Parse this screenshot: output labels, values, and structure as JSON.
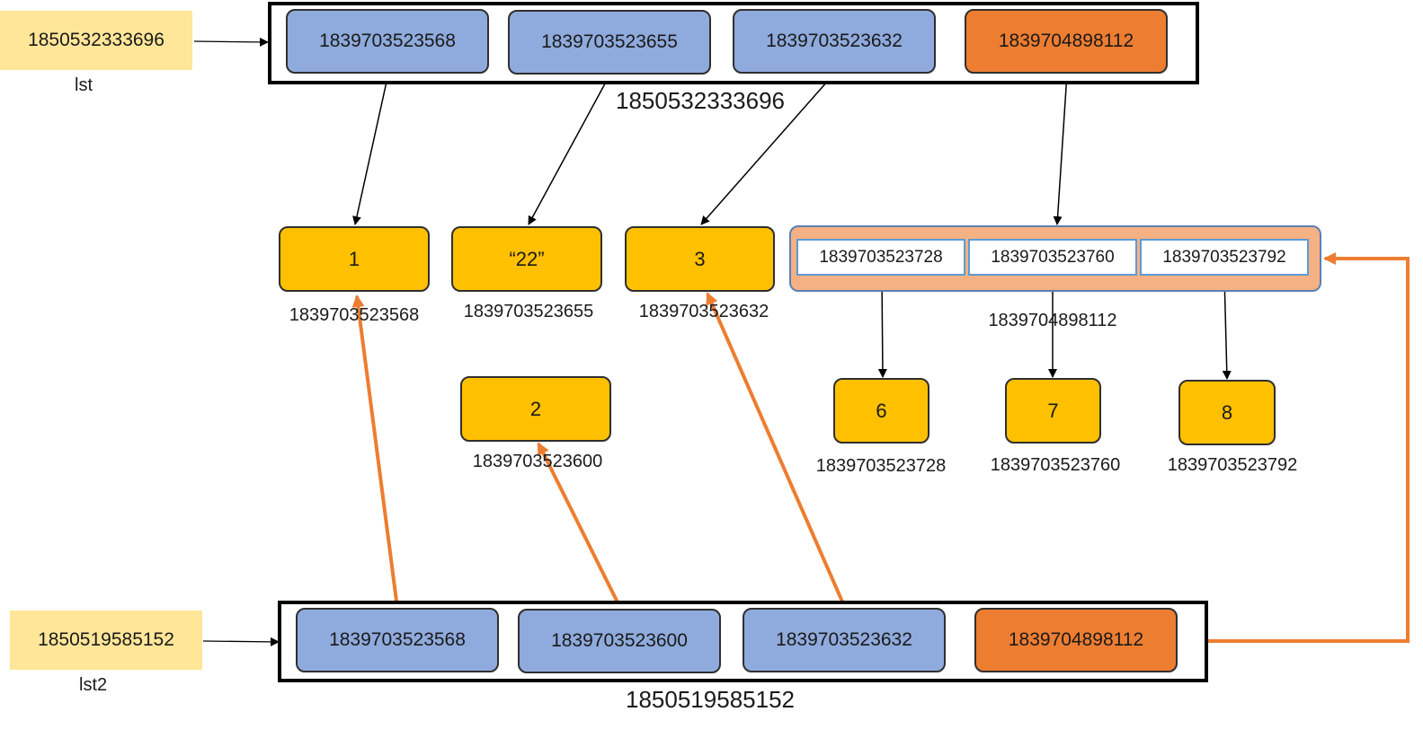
{
  "lst_var": {
    "value": "1850532333696",
    "name": "lst"
  },
  "lst2_var": {
    "value": "1850519585152",
    "name": "lst2"
  },
  "lst_list": {
    "id_label": "1850532333696",
    "cells": [
      "1839703523568",
      "1839703523655",
      "1839703523632",
      "1839704898112"
    ]
  },
  "lst2_list": {
    "id_label": "1850519585152",
    "cells": [
      "1839703523568",
      "1839703523600",
      "1839703523632",
      "1839704898112"
    ]
  },
  "objects": [
    {
      "value": "1",
      "id": "1839703523568"
    },
    {
      "value": "“22”",
      "id": "1839703523655"
    },
    {
      "value": "3",
      "id": "1839703523632"
    },
    {
      "value": "2",
      "id": "1839703523600"
    }
  ],
  "inner_list": {
    "id_label": "1839704898112",
    "cells": [
      "1839703523728",
      "1839703523760",
      "1839703523792"
    ]
  },
  "inner_objects": [
    {
      "value": "6",
      "id": "1839703523728"
    },
    {
      "value": "7",
      "id": "1839703523760"
    },
    {
      "value": "8",
      "id": "1839703523792"
    }
  ],
  "colors": {
    "variable": "#ffe699",
    "reference": "#8faadc",
    "nested_reference": "#ed7d31",
    "object": "#ffc000",
    "nested_list": "#f4b183",
    "copy_arrow": "#ed7d31",
    "arrow": "#000000"
  }
}
